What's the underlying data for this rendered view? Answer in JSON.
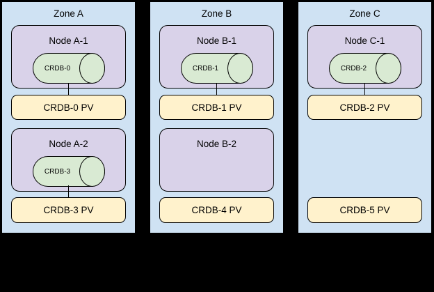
{
  "palette": {
    "zone-fill": "#cfe2f3",
    "node-fill": "#d9d2e9",
    "cyl-fill": "#d9ead3",
    "pv-fill": "#fff2cc",
    "border": "#000000",
    "canvas-bg": "#000000"
  },
  "zones": [
    {
      "title": "Zone A",
      "rows": [
        {
          "node_title": "Node A-1",
          "pod_label": "CRDB-0",
          "pv_label": "CRDB-0 PV"
        },
        {
          "node_title": "Node A-2",
          "pod_label": "CRDB-3",
          "pv_label": "CRDB-3 PV"
        }
      ]
    },
    {
      "title": "Zone B",
      "rows": [
        {
          "node_title": "Node B-1",
          "pod_label": "CRDB-1",
          "pv_label": "CRDB-1 PV"
        },
        {
          "node_title": "Node B-2",
          "pv_label": "CRDB-4 PV"
        }
      ]
    },
    {
      "title": "Zone C",
      "rows": [
        {
          "node_title": "Node C-1",
          "pod_label": "CRDB-2",
          "pv_label": "CRDB-2 PV"
        },
        {
          "pv_label": "CRDB-5 PV"
        }
      ]
    }
  ]
}
